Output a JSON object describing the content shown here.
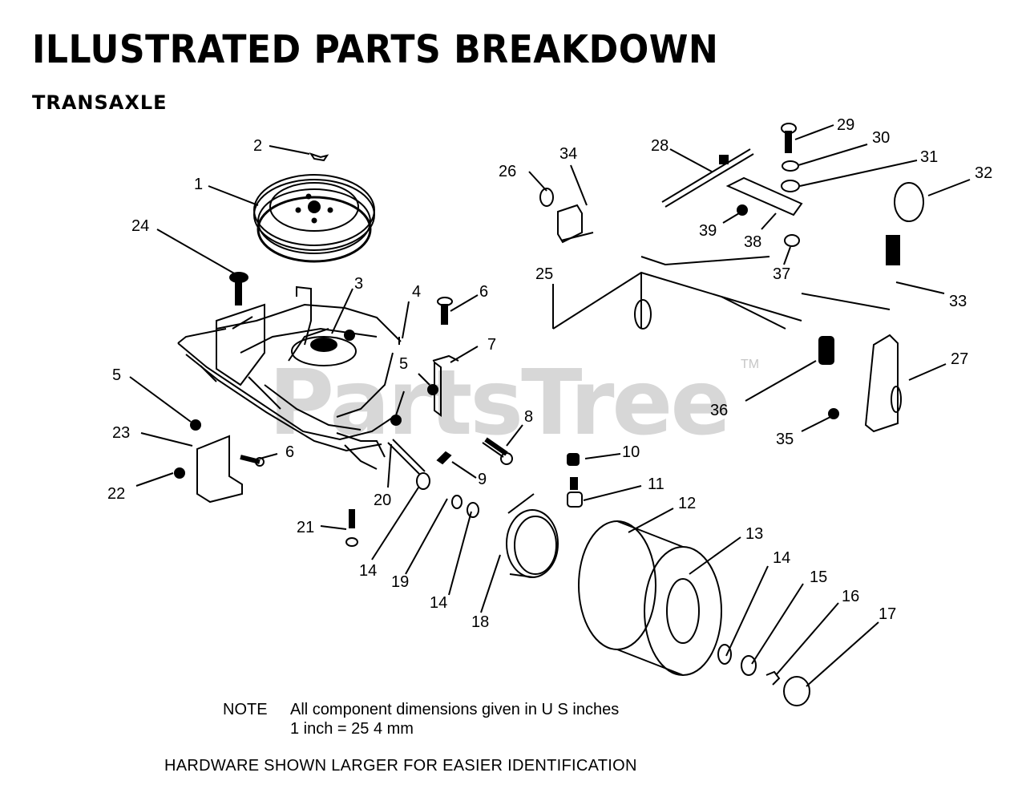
{
  "page_title": "ILLUSTRATED PARTS BREAKDOWN",
  "section_title": "TRANSAXLE",
  "watermark": {
    "text": "PartsTree",
    "trademark": "TM"
  },
  "note": {
    "label": "NOTE",
    "line1": "All component dimensions given in U S inches",
    "line2": "1 inch = 25 4 mm"
  },
  "footer": "HARDWARE SHOWN LARGER FOR EASIER IDENTIFICATION",
  "callouts": [
    {
      "label": "1"
    },
    {
      "label": "2"
    },
    {
      "label": "3"
    },
    {
      "label": "4"
    },
    {
      "label": "5"
    },
    {
      "label": "5"
    },
    {
      "label": "6"
    },
    {
      "label": "6"
    },
    {
      "label": "7"
    },
    {
      "label": "8"
    },
    {
      "label": "9"
    },
    {
      "label": "10"
    },
    {
      "label": "11"
    },
    {
      "label": "12"
    },
    {
      "label": "13"
    },
    {
      "label": "14"
    },
    {
      "label": "14"
    },
    {
      "label": "14"
    },
    {
      "label": "15"
    },
    {
      "label": "16"
    },
    {
      "label": "17"
    },
    {
      "label": "18"
    },
    {
      "label": "19"
    },
    {
      "label": "20"
    },
    {
      "label": "21"
    },
    {
      "label": "22"
    },
    {
      "label": "23"
    },
    {
      "label": "24"
    },
    {
      "label": "25"
    },
    {
      "label": "26"
    },
    {
      "label": "27"
    },
    {
      "label": "28"
    },
    {
      "label": "29"
    },
    {
      "label": "30"
    },
    {
      "label": "31"
    },
    {
      "label": "32"
    },
    {
      "label": "33"
    },
    {
      "label": "34"
    },
    {
      "label": "35"
    },
    {
      "label": "36"
    },
    {
      "label": "37"
    },
    {
      "label": "38"
    },
    {
      "label": "39"
    }
  ]
}
